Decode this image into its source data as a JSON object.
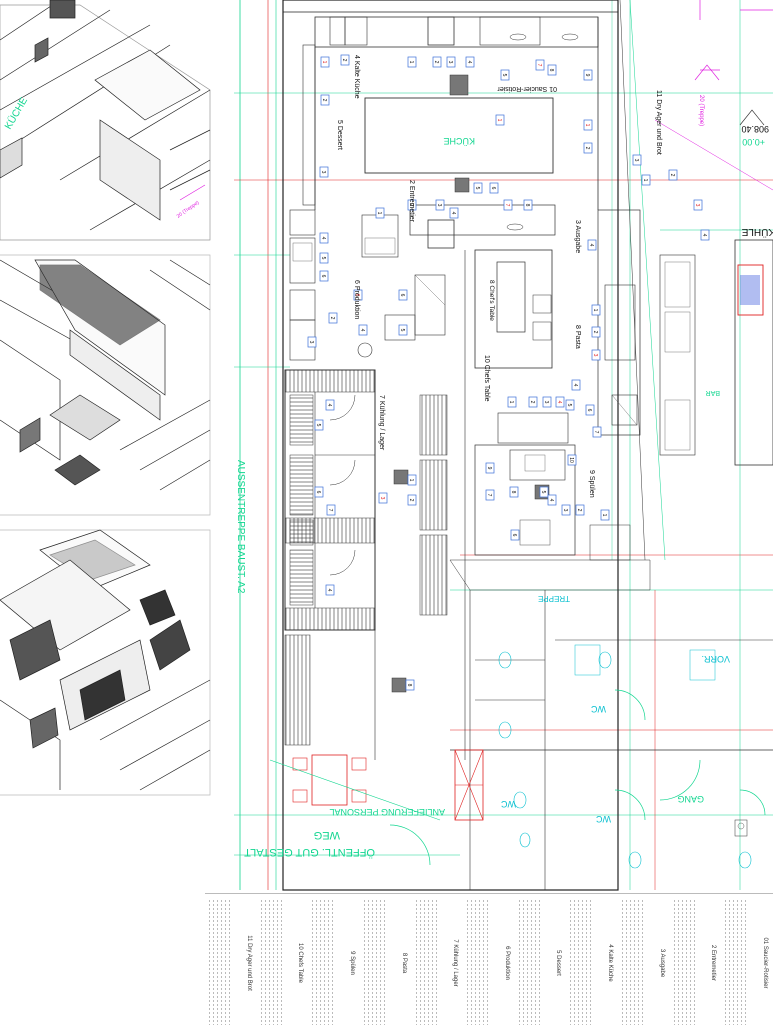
{
  "plan": {
    "stations": [
      {
        "id": "01",
        "label": "01 Saucier-Rotisier"
      },
      {
        "id": "2",
        "label": "2 Entremetier"
      },
      {
        "id": "3",
        "label": "3 Ausgabe"
      },
      {
        "id": "4",
        "label": "4 Kalte Küche"
      },
      {
        "id": "5",
        "label": "5 Dessert"
      },
      {
        "id": "6",
        "label": "6 Produktion"
      },
      {
        "id": "7",
        "label": "7 Kühlung / Lager"
      },
      {
        "id": "8",
        "label": "8 Pasta"
      },
      {
        "id": "9",
        "label": "9 Spülen"
      },
      {
        "id": "10",
        "label": "10 Chefs Table"
      },
      {
        "id": "11",
        "label": "11 Dry Ager und Brot"
      }
    ],
    "extra_labels": {
      "chefs_table": "8 Chef's Table",
      "kueche": "KÜCHE",
      "aussentreppe": "AUSSENTREPPE BAUST. A2",
      "anlieferung": "ANLIEFERUNG PERSONAL",
      "oeffentl": "ÖFFENTL. GUT GESTALT",
      "weg": "WEG",
      "treppe": "TREPPE",
      "vorr": "VORR.",
      "wc": "WC",
      "gang": "GANG",
      "bar": "BAR",
      "level_top": "+0.00",
      "level_top2": "908.40",
      "dim_1": "20 (Treppe)",
      "kuehl": "KÜHLE"
    }
  },
  "legend": {
    "columns": [
      {
        "title": "01 Saucier-Rotisier"
      },
      {
        "title": "2 Entremetier"
      },
      {
        "title": "3 Ausgabe"
      },
      {
        "title": "4 Kalte Küche"
      },
      {
        "title": "5 Dessert"
      },
      {
        "title": "6 Produktion"
      },
      {
        "title": "7 Kühlung / Lager"
      },
      {
        "title": "8 Pasta"
      },
      {
        "title": "9 Spülen"
      },
      {
        "title": "10 Chefs Table"
      },
      {
        "title": "11 Dry Ager und Brot"
      }
    ]
  }
}
